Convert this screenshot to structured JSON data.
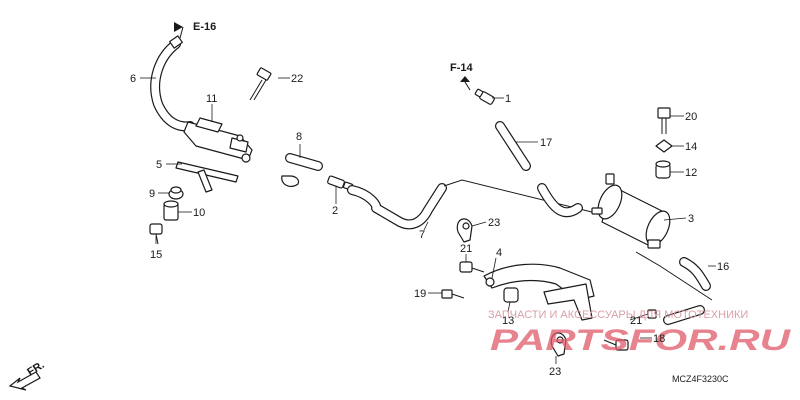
{
  "diagram": {
    "code": "MCZ4F3230C",
    "refs": {
      "e16": "E-16",
      "f14": "F-14",
      "fr": "FR."
    },
    "callouts": [
      {
        "id": "c1",
        "text": "1"
      },
      {
        "id": "c2",
        "text": "2"
      },
      {
        "id": "c3",
        "text": "3"
      },
      {
        "id": "c4",
        "text": "4"
      },
      {
        "id": "c5",
        "text": "5"
      },
      {
        "id": "c6",
        "text": "6"
      },
      {
        "id": "c7",
        "text": "7"
      },
      {
        "id": "c8",
        "text": "8"
      },
      {
        "id": "c9",
        "text": "9"
      },
      {
        "id": "c10",
        "text": "10"
      },
      {
        "id": "c11",
        "text": "11"
      },
      {
        "id": "c12",
        "text": "12"
      },
      {
        "id": "c13",
        "text": "13"
      },
      {
        "id": "c14",
        "text": "14"
      },
      {
        "id": "c15",
        "text": "15"
      },
      {
        "id": "c16",
        "text": "16"
      },
      {
        "id": "c17",
        "text": "17"
      },
      {
        "id": "c18",
        "text": "18"
      },
      {
        "id": "c19",
        "text": "19"
      },
      {
        "id": "c20",
        "text": "20"
      },
      {
        "id": "c21a",
        "text": "21"
      },
      {
        "id": "c21b",
        "text": "21"
      },
      {
        "id": "c22",
        "text": "22"
      },
      {
        "id": "c23a",
        "text": "23"
      },
      {
        "id": "c23b",
        "text": "23"
      }
    ]
  },
  "watermark": {
    "tagline": "ЗАПЧАСТИ И АКСЕССУАРЫ ДЛЯ МОТОТЕХНИКИ",
    "logo": "PARTSFOR.RU"
  },
  "colors": {
    "line": "#1a1a1a",
    "watermark": "#e05a6a"
  }
}
